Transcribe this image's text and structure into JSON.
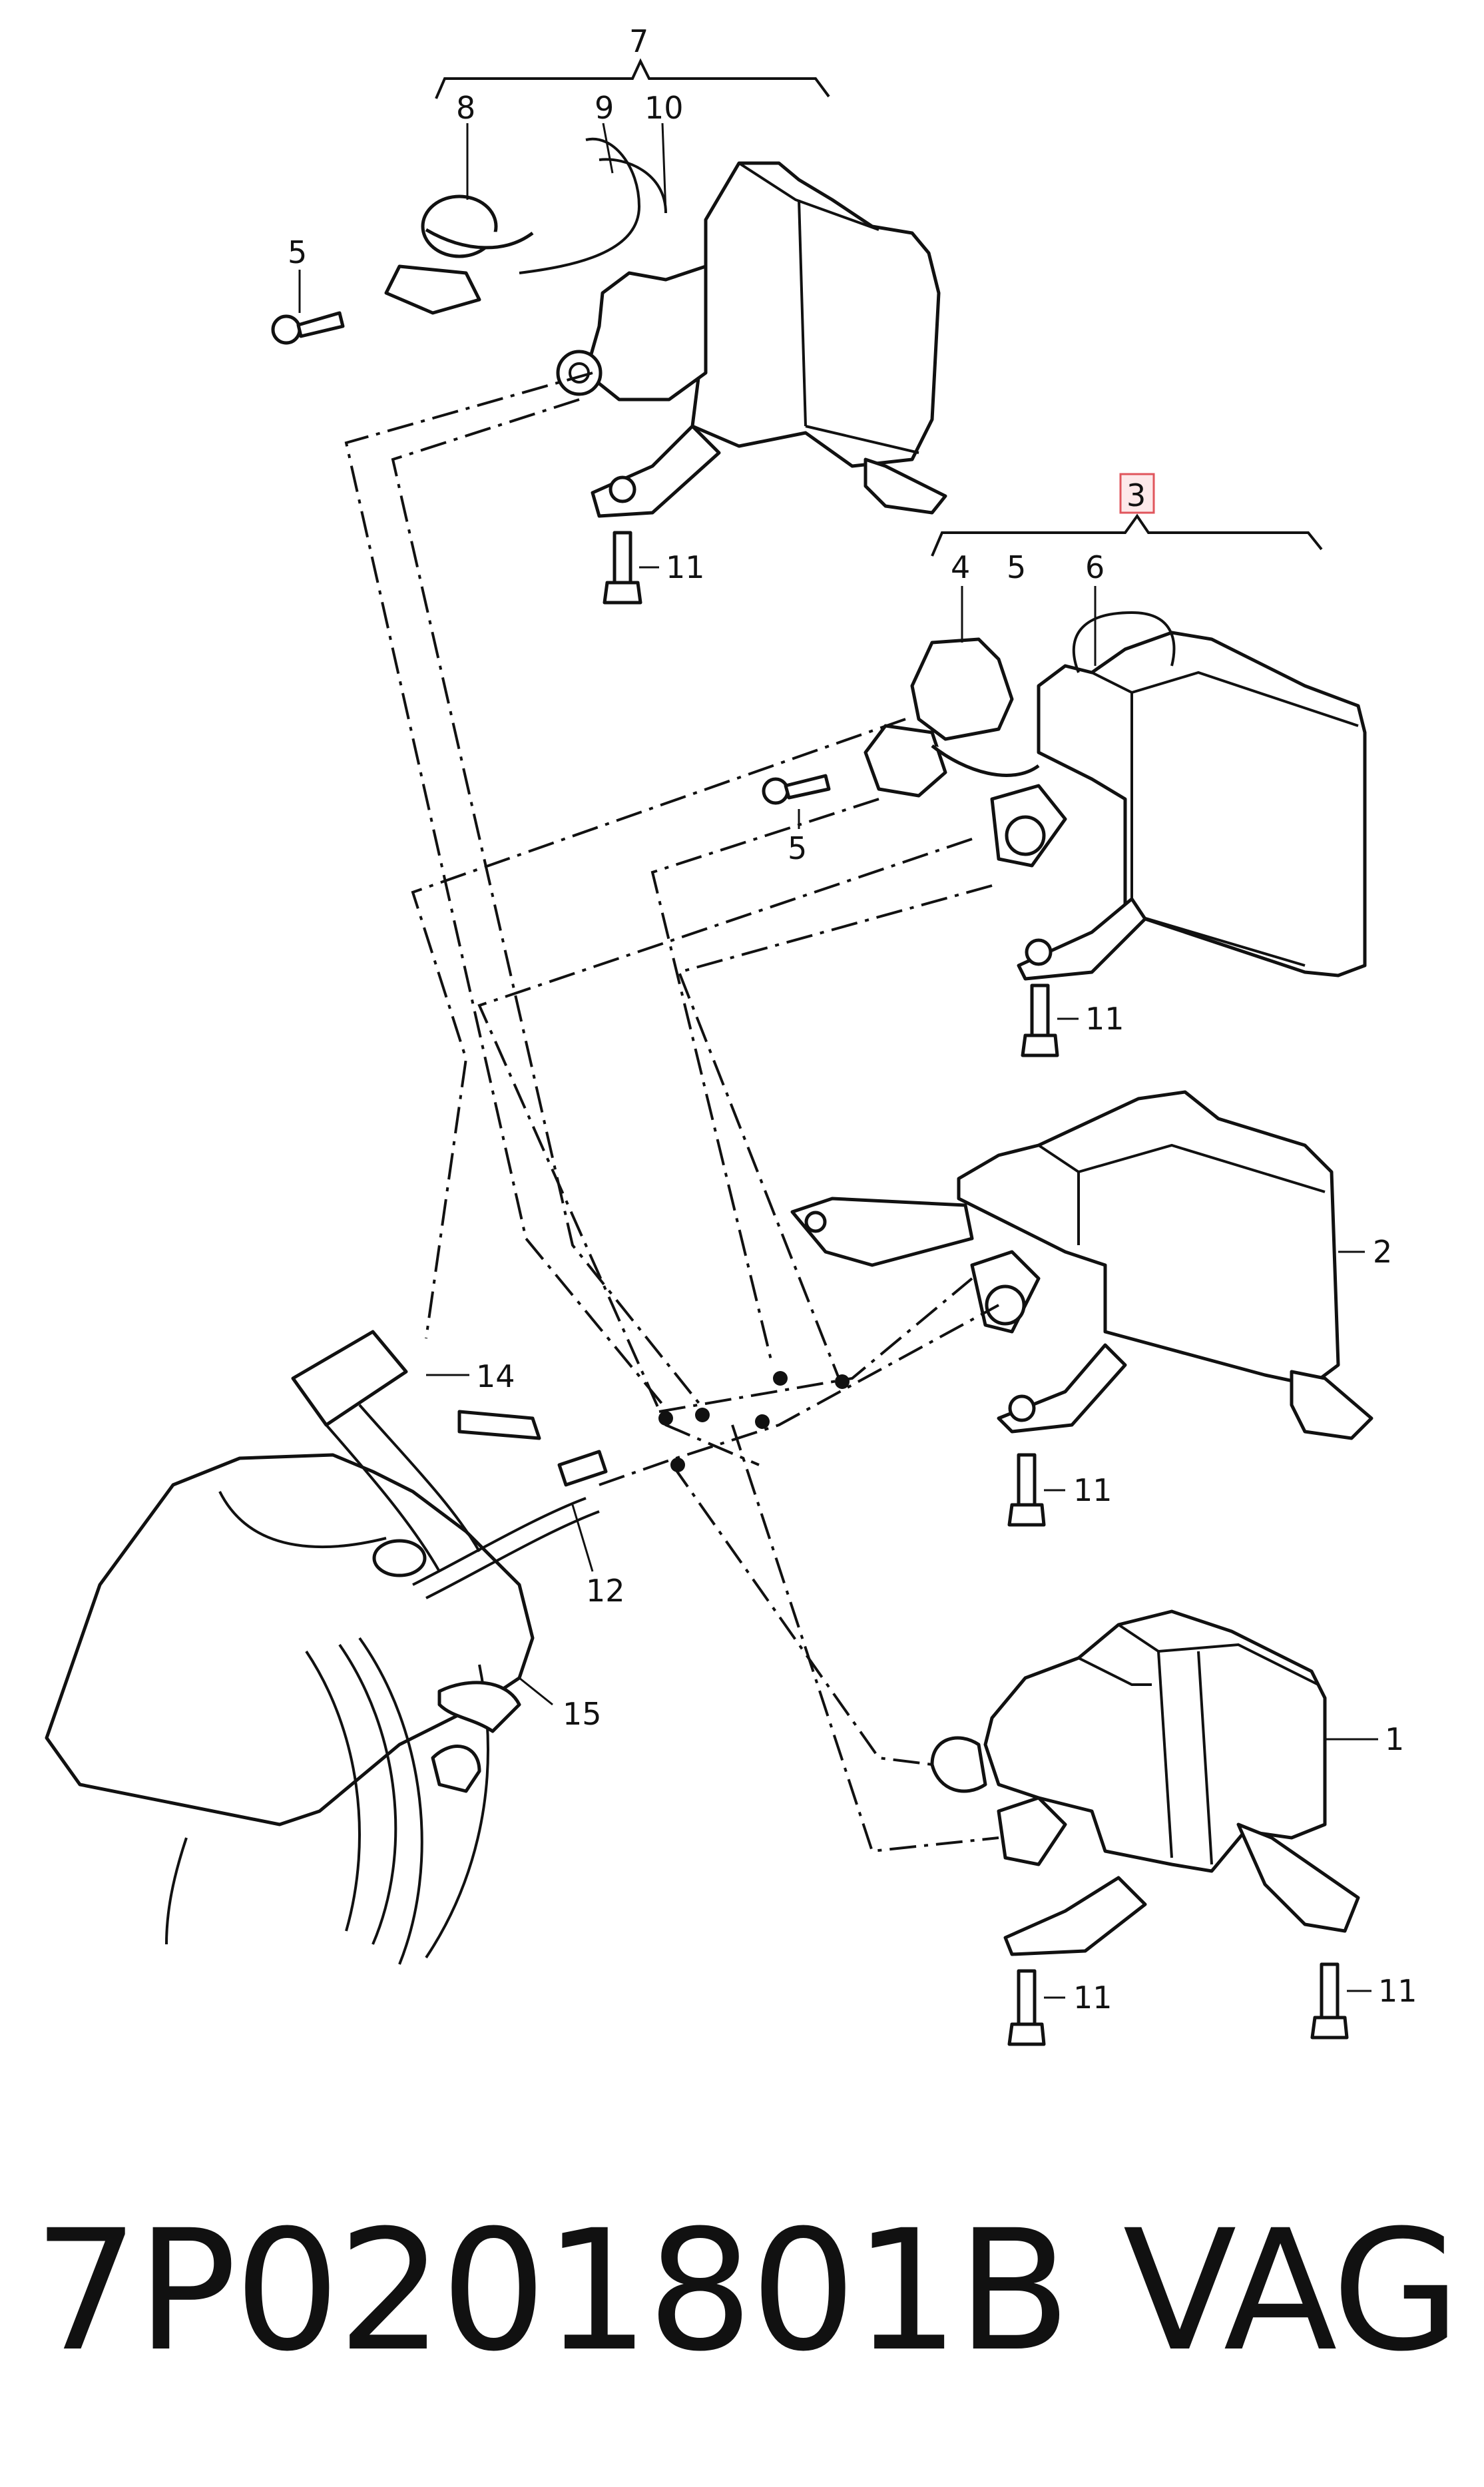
{
  "callouts": {
    "c7": "7",
    "c8": "8",
    "c9": "9",
    "c10": "10",
    "c5a": "5",
    "c11a": "11",
    "c3": "3",
    "c4": "4",
    "c5b": "5",
    "c6": "6",
    "c5c": "5",
    "c11b": "11",
    "c2": "2",
    "c11c": "11",
    "c14": "14",
    "c12": "12",
    "c15": "15",
    "c1": "1",
    "c11d": "11",
    "c11e": "11"
  },
  "footer": {
    "part_number": "7P0201801B",
    "brand": "VAG"
  },
  "colors": {
    "line": "#111111",
    "highlight_border": "#e0555c",
    "highlight_fill": "#fde9ea"
  }
}
